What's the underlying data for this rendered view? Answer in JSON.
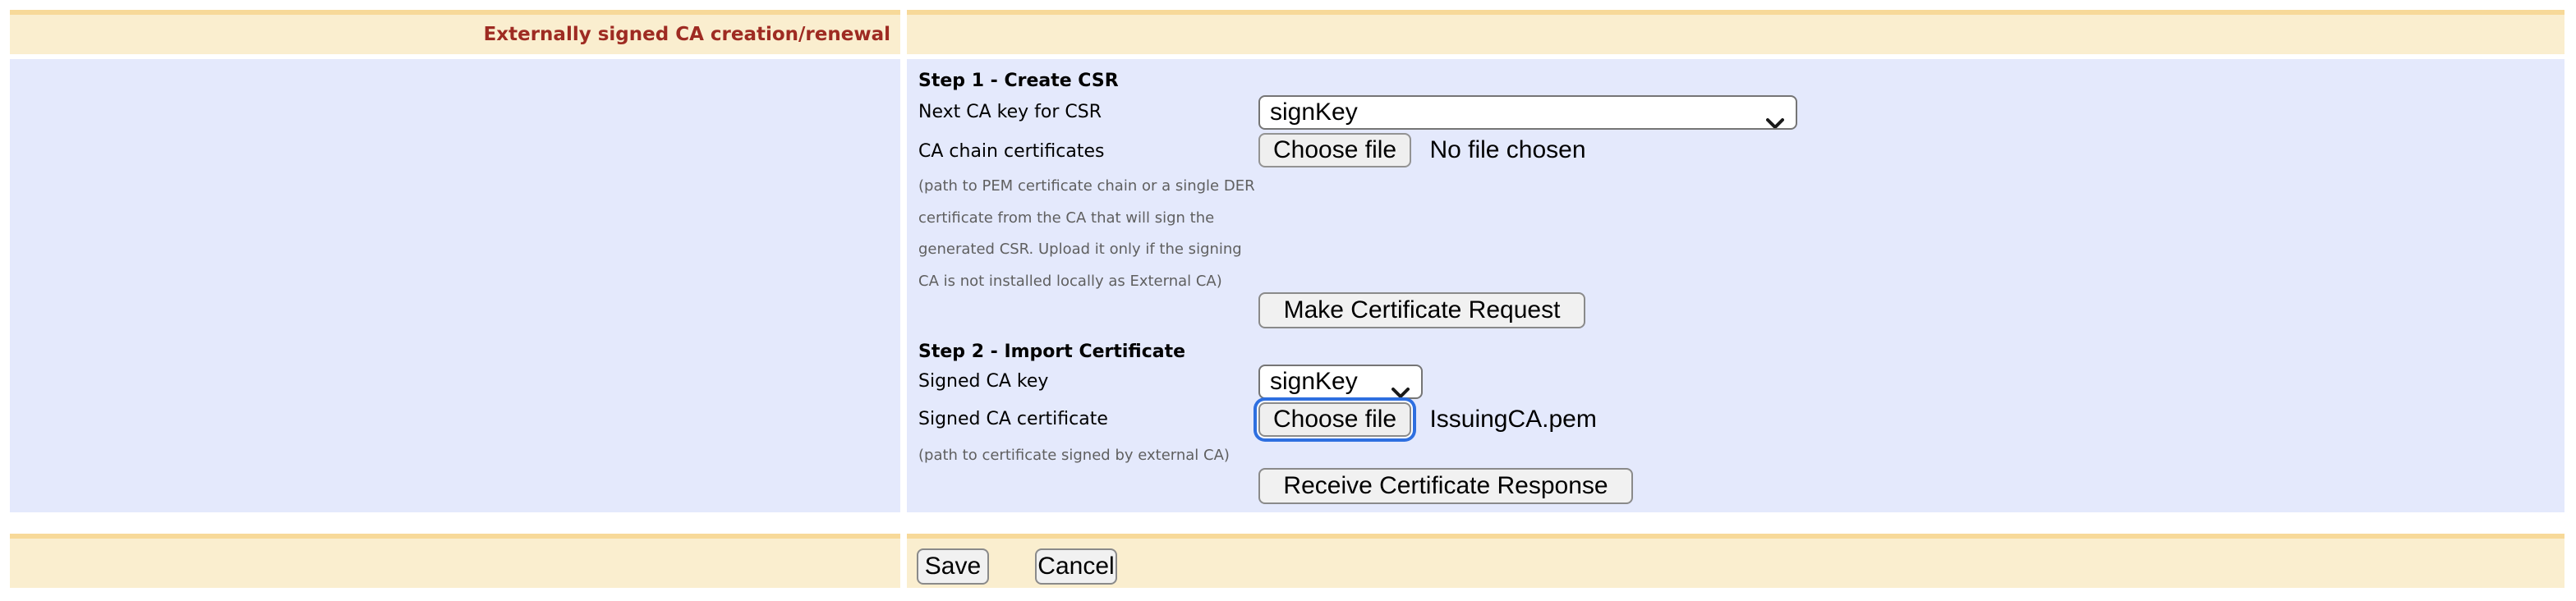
{
  "header": {
    "title": "Externally signed CA creation/renewal"
  },
  "colors": {
    "bar_background": "#faeecf",
    "bar_top_strip": "#f7d999",
    "panel_background": "#e4e9fc",
    "title_text": "#9e2b22",
    "help_text": "#5f5f5f",
    "focus_ring": "#2e6fe0"
  },
  "step1": {
    "heading": "Step 1 - Create CSR",
    "next_ca_key": {
      "label": "Next CA key for CSR",
      "selected_option": "signKey"
    },
    "ca_chain": {
      "label": "CA chain certificates",
      "file_button_label": "Choose file",
      "file_status": "No file chosen"
    },
    "help_lines": [
      "(path to PEM certificate chain or a single DER",
      "certificate from the CA that will sign the",
      "generated CSR. Upload it only if the signing",
      "CA is not installed locally as External CA)"
    ],
    "submit_label": "Make Certificate Request"
  },
  "step2": {
    "heading": "Step 2 - Import Certificate",
    "signed_ca_key": {
      "label": "Signed CA key",
      "selected_option": "signKey"
    },
    "signed_ca_certificate": {
      "label": "Signed CA certificate",
      "file_button_label": "Choose file",
      "file_status": "IssuingCA.pem"
    },
    "help": "(path to certificate signed by external CA)",
    "submit_label": "Receive Certificate Response"
  },
  "footer": {
    "save_label": "Save",
    "cancel_label": "Cancel"
  }
}
